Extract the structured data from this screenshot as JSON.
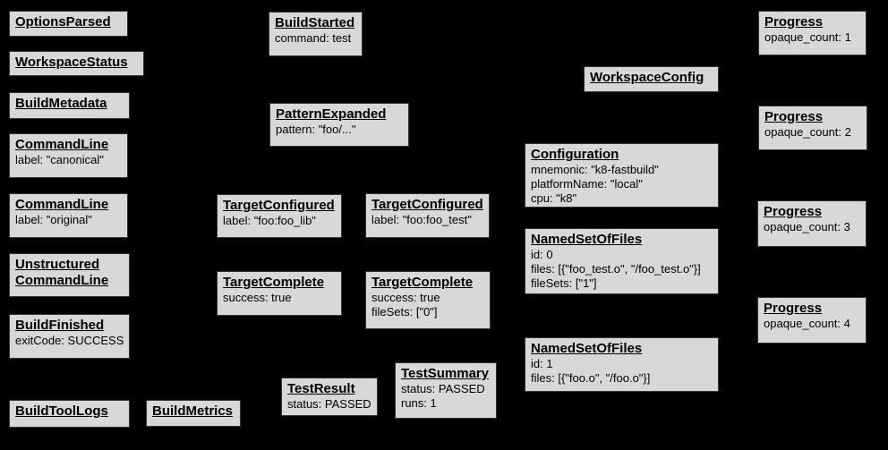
{
  "diagram": {
    "background_color": "#000000",
    "node_fill_color": "#d8d8d8",
    "node_border_color": "#333333",
    "node_text_color": "#000000"
  },
  "nodes": [
    {
      "title": "OptionsParsed",
      "lines": []
    },
    {
      "title": "WorkspaceStatus",
      "lines": []
    },
    {
      "title": "BuildMetadata",
      "lines": []
    },
    {
      "title": "CommandLine",
      "lines": [
        "label: \"canonical\""
      ]
    },
    {
      "title": "CommandLine",
      "lines": [
        "label: \"original\""
      ]
    },
    {
      "title": "Unstructured\nCommandLine",
      "lines": []
    },
    {
      "title": "BuildFinished",
      "lines": [
        "exitCode: SUCCESS"
      ]
    },
    {
      "title": "BuildToolLogs",
      "lines": []
    },
    {
      "title": "BuildMetrics",
      "lines": []
    },
    {
      "title": "BuildStarted",
      "lines": [
        "command: test"
      ]
    },
    {
      "title": "PatternExpanded",
      "lines": [
        "pattern: \"foo/...\""
      ]
    },
    {
      "title": "TargetConfigured",
      "lines": [
        "label: \"foo:foo_lib\""
      ]
    },
    {
      "title": "TargetConfigured",
      "lines": [
        "label: \"foo:foo_test\""
      ]
    },
    {
      "title": "TargetComplete",
      "lines": [
        "success: true"
      ]
    },
    {
      "title": "TargetComplete",
      "lines": [
        "success: true",
        "fileSets: [\"0\"]"
      ]
    },
    {
      "title": "TestResult",
      "lines": [
        "status: PASSED"
      ]
    },
    {
      "title": "TestSummary",
      "lines": [
        "status: PASSED",
        "runs: 1"
      ]
    },
    {
      "title": "WorkspaceConfig",
      "lines": []
    },
    {
      "title": "Configuration",
      "lines": [
        "mnemonic: \"k8-fastbuild\"",
        "platformName: \"local\"",
        "cpu: \"k8\""
      ]
    },
    {
      "title": "NamedSetOfFiles",
      "lines": [
        "id: 0",
        "files: [{\"foo_test.o\", \"/foo_test.o\"}]",
        "fileSets: [\"1\"]"
      ]
    },
    {
      "title": "NamedSetOfFiles",
      "lines": [
        "id: 1",
        "files: [{\"foo.o\", \"/foo.o\"}]"
      ]
    },
    {
      "title": "Progress",
      "lines": [
        "opaque_count: 1"
      ]
    },
    {
      "title": "Progress",
      "lines": [
        "opaque_count: 2"
      ]
    },
    {
      "title": "Progress",
      "lines": [
        "opaque_count: 3"
      ]
    },
    {
      "title": "Progress",
      "lines": [
        "opaque_count: 4"
      ]
    }
  ]
}
